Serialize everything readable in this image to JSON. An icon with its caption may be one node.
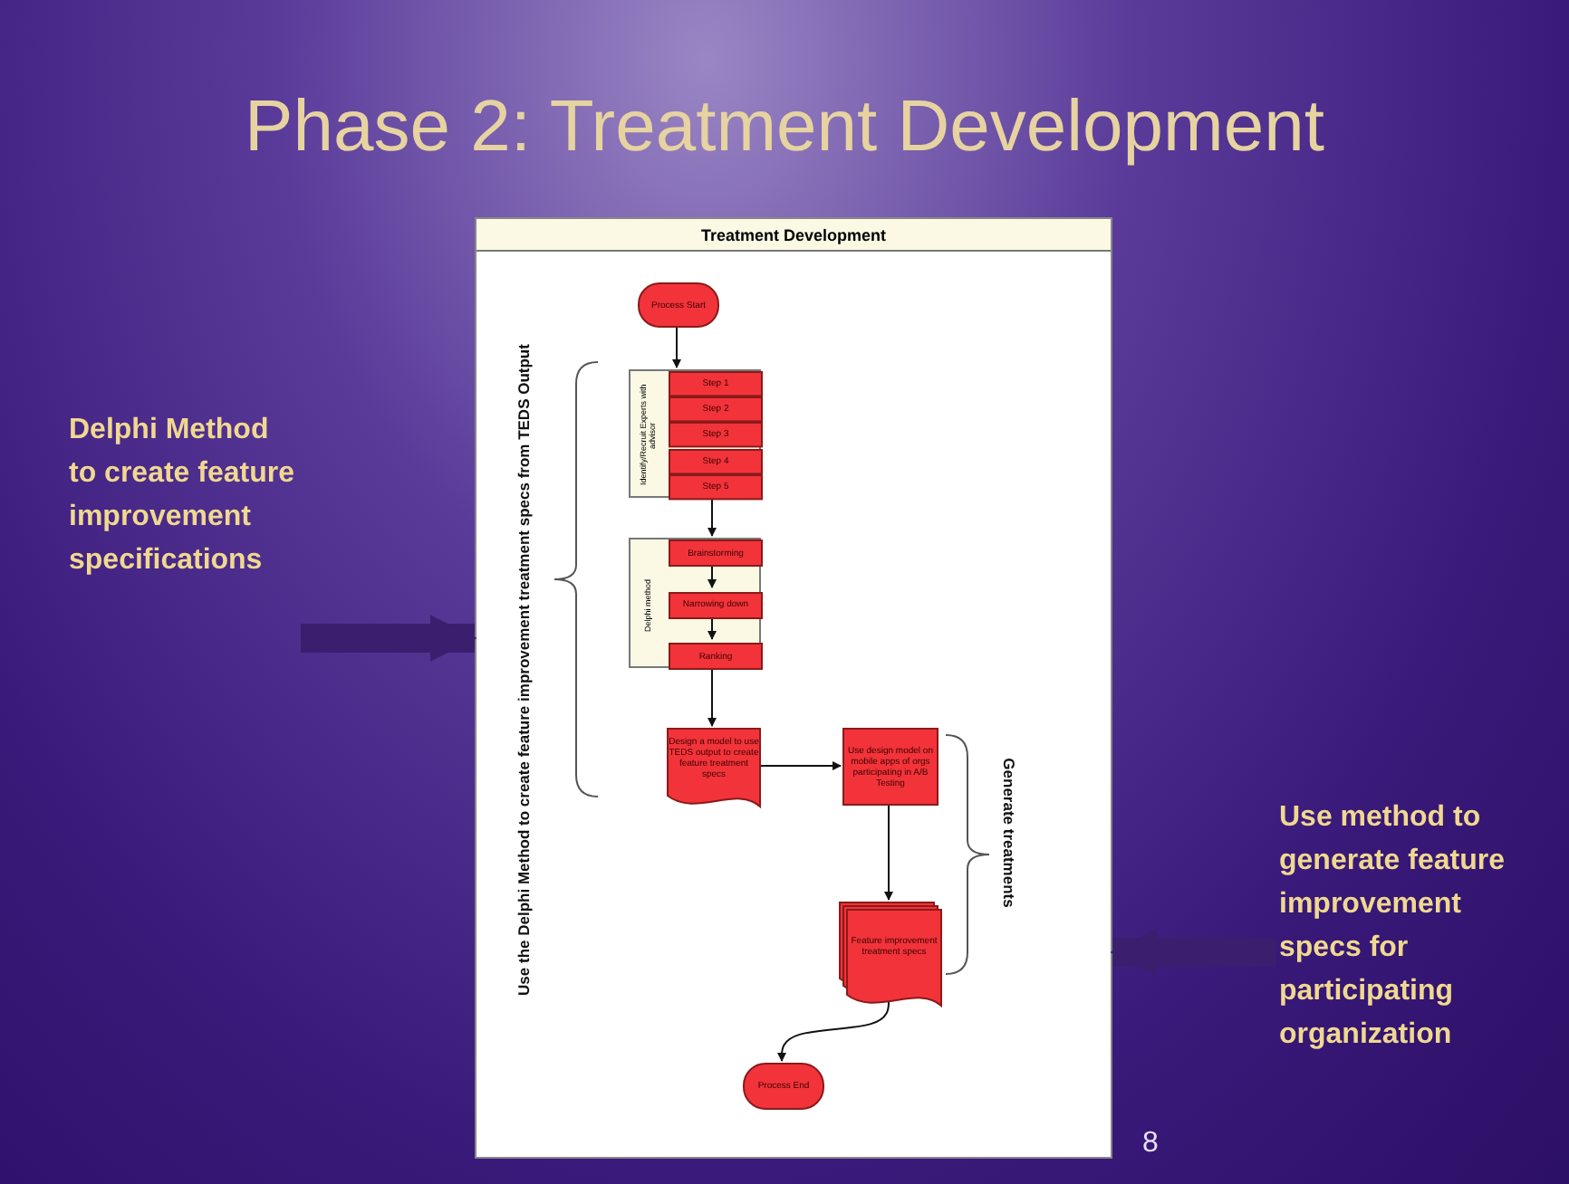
{
  "diagram": {
    "title": "Phase 2: Treatment Development",
    "nodes": [
      {
        "text": [
          "Treatment Development"
        ]
      },
      {
        "text": [
          "Process Start"
        ],
        "in": 0
      },
      {
        "text": [
          "Identify/Recruit Experts with advisor"
        ],
        "in": 0
      },
      {
        "text": [
          "Step 1"
        ],
        "in": 2
      },
      {
        "text": [
          "Step 2"
        ],
        "in": 2
      },
      {
        "text": [
          "Step 3"
        ],
        "in": 2
      },
      {
        "text": [
          "Step 4"
        ],
        "in": 2
      },
      {
        "text": [
          "Step 5"
        ],
        "in": 2
      },
      {
        "text": [
          "Delphi method"
        ],
        "in": 0
      },
      {
        "text": [
          "Brainstorming"
        ],
        "in": 8
      },
      {
        "text": [
          "Narrowing down"
        ],
        "in": 8
      },
      {
        "text": [
          "Ranking"
        ],
        "in": 8
      },
      {
        "text": [
          "Design a model to use TEDS output to create feature treatment specs"
        ],
        "in": 0
      },
      {
        "text": [
          "Use design model on mobile apps of orgs participating in A/B Testing"
        ],
        "in": 0
      },
      {
        "text": [
          "Feature improvement treatment specs"
        ],
        "in": 0
      },
      {
        "text": [
          "Process End"
        ],
        "in": 0
      },
      {
        "text": [
          "Delphi Method to create feature improvement specifications"
        ]
      },
      {
        "text": [
          "Use method to generate feature improvement specs for participating organization"
        ]
      }
    ],
    "edges": [
      {
        "from": 1,
        "to": 3,
        "arrow": "to"
      },
      {
        "from": 7,
        "to": 9,
        "arrow": "to"
      },
      {
        "from": 9,
        "to": 10,
        "arrow": "to"
      },
      {
        "from": 10,
        "to": 11,
        "arrow": "to"
      },
      {
        "from": 11,
        "to": 12,
        "arrow": "to"
      },
      {
        "from": 12,
        "to": 13,
        "arrow": "to"
      },
      {
        "from": 13,
        "to": 14,
        "arrow": "to"
      },
      {
        "from": 14,
        "to": 15,
        "arrow": "to"
      },
      {
        "from": 16,
        "to": 0,
        "arrow": "to",
        "style": "thick",
        "color": "#3b1f6e"
      },
      {
        "from": 17,
        "to": 0,
        "arrow": "to",
        "style": "thick",
        "color": "#3b1f6e"
      }
    ],
    "labels": [
      "Use the Delphi Method to create feature improvement  treatment specs from TEDS Output",
      "Generate treatments",
      "8"
    ]
  }
}
